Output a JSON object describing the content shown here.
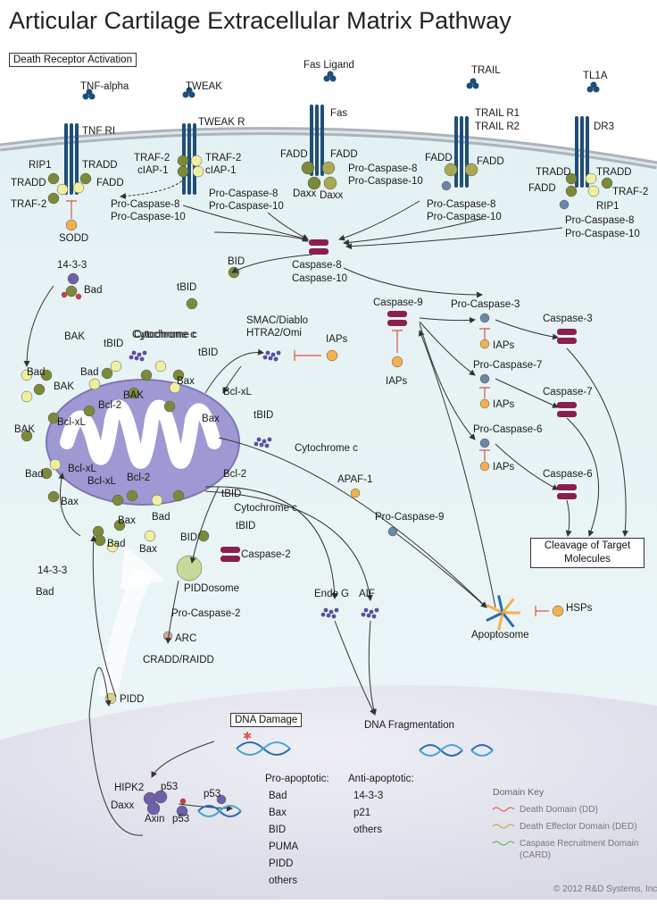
{
  "title": "Articular Cartilage Extracellular Matrix Pathway",
  "section_labels": {
    "death_receptor": "Death Receptor Activation",
    "dna_damage": "DNA Damage",
    "cleavage": "Cleavage of Target Molecules"
  },
  "receptors": {
    "tnf": {
      "ligand": "TNF-alpha",
      "receptor": "TNF RI",
      "adaptors": [
        "RIP1",
        "TRADD",
        "TRADD",
        "FADD",
        "TRAF-2"
      ],
      "inhibitor": "SODD",
      "caspases": [
        "Pro-Caspase-8",
        "Pro-Caspase-10"
      ]
    },
    "tweak": {
      "ligand": "TWEAK",
      "receptor": "TWEAK R",
      "adaptors": [
        "TRAF-2",
        "cIAP-1",
        "TRAF-2",
        "cIAP-1"
      ],
      "caspases": [
        "Pro-Caspase-8",
        "Pro-Caspase-10"
      ]
    },
    "fas": {
      "ligand": "Fas Ligand",
      "receptor": "Fas",
      "adaptors": [
        "FADD",
        "FADD",
        "Daxx",
        "Daxx"
      ],
      "caspases": [
        "Pro-Caspase-8",
        "Pro-Caspase-10"
      ]
    },
    "trail": {
      "ligand": "TRAIL",
      "receptor": "TRAIL R1",
      "receptor2": "TRAIL R2",
      "adaptors": [
        "FADD",
        "FADD"
      ],
      "caspases": [
        "Pro-Caspase-8",
        "Pro-Caspase-10"
      ]
    },
    "tl1a": {
      "ligand": "TL1A",
      "receptor": "DR3",
      "adaptors": [
        "TRADD",
        "TRADD",
        "FADD",
        "TRAF-2",
        "RIP1"
      ],
      "caspases": [
        "Pro-Caspase-8",
        "Pro-Caspase-10"
      ]
    }
  },
  "cytoplasm": {
    "caspase8": "Caspase-8",
    "caspase10": "Caspase-10",
    "bid": "BID",
    "tbid": "tBID",
    "bad_1433": [
      "14-3-3",
      "Bad"
    ],
    "smac": "SMAC/Diablo",
    "htra2": "HTRA2/Omi",
    "iaps": "IAPs",
    "cytochrome_c": "Cytochrome c",
    "apaf1": "APAF-1",
    "procaspase9": "Pro-Caspase-9",
    "caspase9": "Caspase-9",
    "procaspase3": "Pro-Caspase-3",
    "procaspase7": "Pro-Caspase-7",
    "procaspase6": "Pro-Caspase-6",
    "caspase3": "Caspase-3",
    "caspase7": "Caspase-7",
    "caspase6": "Caspase-6",
    "apoptosome": "Apoptosome",
    "hsps": "HSPs",
    "endog": "Endo G",
    "aif": "AIF",
    "dna_frag": "DNA Fragmentation",
    "piddosome": "PIDDosome",
    "procaspase2": "Pro-Caspase-2",
    "caspase2": "Caspase-2",
    "arc": "ARC",
    "craddraidd": "CRADD/RAIDD",
    "pidd": "PIDD"
  },
  "mito": {
    "bak": "BAK",
    "bax": "Bax",
    "bad": "Bad",
    "bcl2": "Bcl-2",
    "bclxl": "Bcl-xL",
    "tbid": "tBID",
    "cytc": "Cytochrome c"
  },
  "nucleus": {
    "hipk2": "HIPK2",
    "p53": "p53",
    "daxx": "Daxx",
    "axin": "Axin",
    "pro_title": "Pro-apoptotic:",
    "pro_list": [
      "Bad",
      "Bax",
      "BID",
      "PUMA",
      "PIDD",
      "others"
    ],
    "anti_title": "Anti-apoptotic:",
    "anti_list": [
      "14-3-3",
      "p21",
      "others"
    ]
  },
  "domain_key": {
    "title": "Domain Key",
    "items": [
      "Death Domain (DD)",
      "Death Effector Domain (DED)",
      "Caspase Recruitment Domain",
      "(CARD)"
    ]
  },
  "copyright": "© 2012 R&D Systems, Inc.",
  "colors": {
    "membrane": "#b9c3c8",
    "receptor": "#1f4e79",
    "olive": "#7b8a3a",
    "lightyellow": "#eef0a0",
    "caspase": "#8a1f4b",
    "orange": "#f2b04e",
    "mito": "#9c97cf",
    "cytoplasm": "#eaf3f4",
    "nucleus": "#e3e4ec"
  }
}
